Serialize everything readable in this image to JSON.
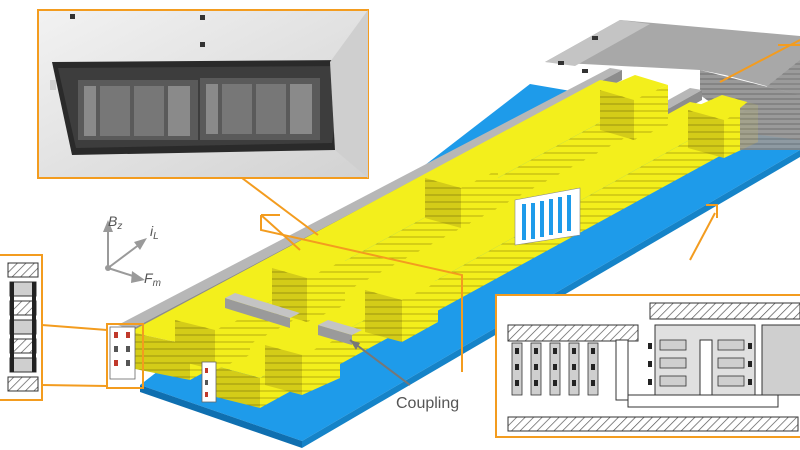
{
  "axes": {
    "bz_main": "B",
    "bz_sub": "z",
    "il_main": "i",
    "il_sub": "L",
    "fm_main": "F",
    "fm_sub": "m"
  },
  "callout_label": "Coupling",
  "colors": {
    "substrate": "#1e9bea",
    "yellow": "#f3ef1c",
    "yellow_side": "#c9c11a",
    "orange": "#f39c1f",
    "gray": "#b3b3b3",
    "dark_gray": "#7a7a7a",
    "photo_bg": "#e6e6e6"
  }
}
